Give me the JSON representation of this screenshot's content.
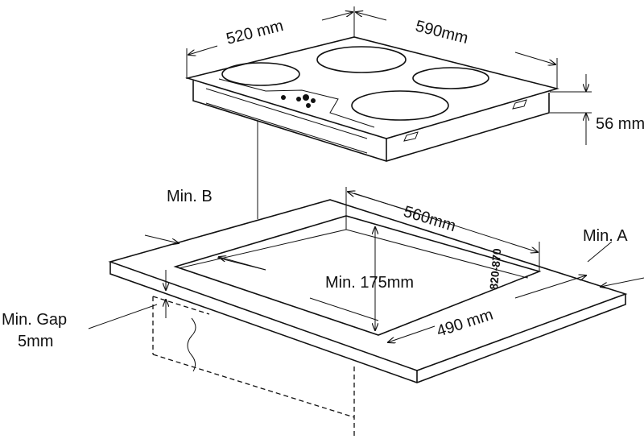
{
  "labels": {
    "width_depth": "520 mm",
    "width_length": "590mm",
    "height": "56 mm",
    "min_b": "Min. B",
    "cutout_length": "560mm",
    "min_a": "Min. A",
    "worktop_range": "820-870",
    "min_depth": "Min. 175mm",
    "cutout_depth": "490 mm",
    "min_gap_line1": "Min. Gap",
    "min_gap_line2": "5mm"
  }
}
